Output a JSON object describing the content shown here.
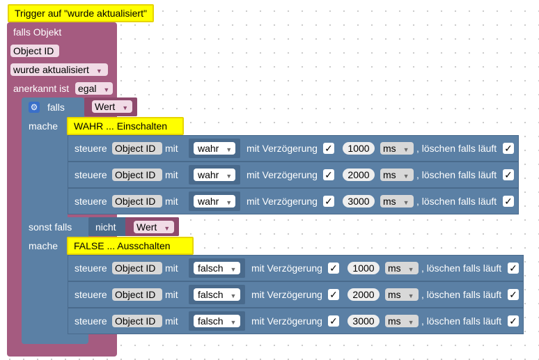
{
  "trigger": {
    "comment": "Trigger auf \"wurde aktualisiert\"",
    "falls_objekt": "falls Objekt",
    "object_id": "Object ID",
    "event_value": "wurde aktualisiert",
    "anerkannt_label": "anerkannt ist",
    "anerkannt_value": "egal"
  },
  "if_block": {
    "falls_label": "falls",
    "condition_value": "Wert",
    "mache_label": "mache",
    "sonst_falls_label": "sonst falls",
    "nicht_label": "nicht",
    "else_condition_value": "Wert"
  },
  "then_group": {
    "comment": "WAHR  ...  Einschalten",
    "rows": [
      {
        "steuere": "steuere",
        "object_id": "Object ID",
        "mit": "mit",
        "value": "wahr",
        "delay_label": "mit Verzögerung",
        "delay_checked": "✓",
        "delay": "1000",
        "unit": "ms",
        "clear_label": ", löschen falls läuft",
        "clear_checked": "✓"
      },
      {
        "steuere": "steuere",
        "object_id": "Object ID",
        "mit": "mit",
        "value": "wahr",
        "delay_label": "mit Verzögerung",
        "delay_checked": "✓",
        "delay": "2000",
        "unit": "ms",
        "clear_label": ", löschen falls läuft",
        "clear_checked": "✓"
      },
      {
        "steuere": "steuere",
        "object_id": "Object ID",
        "mit": "mit",
        "value": "wahr",
        "delay_label": "mit Verzögerung",
        "delay_checked": "✓",
        "delay": "3000",
        "unit": "ms",
        "clear_label": ", löschen falls läuft",
        "clear_checked": "✓"
      }
    ]
  },
  "else_group": {
    "comment": "FALSE  ...  Ausschalten",
    "rows": [
      {
        "steuere": "steuere",
        "object_id": "Object ID",
        "mit": "mit",
        "value": "falsch",
        "delay_label": "mit Verzögerung",
        "delay_checked": "✓",
        "delay": "1000",
        "unit": "ms",
        "clear_label": ", löschen falls läuft",
        "clear_checked": "✓"
      },
      {
        "steuere": "steuere",
        "object_id": "Object ID",
        "mit": "mit",
        "value": "falsch",
        "delay_label": "mit Verzögerung",
        "delay_checked": "✓",
        "delay": "2000",
        "unit": "ms",
        "clear_label": ", löschen falls läuft",
        "clear_checked": "✓"
      },
      {
        "steuere": "steuere",
        "object_id": "Object ID",
        "mit": "mit",
        "value": "falsch",
        "delay_label": "mit Verzögerung",
        "delay_checked": "✓",
        "delay": "3000",
        "unit": "ms",
        "clear_label": ", löschen falls läuft",
        "clear_checked": "✓"
      }
    ]
  },
  "colors": {
    "trigger_block": "#a55b80",
    "logic_block": "#5b80a5",
    "comment": "#ffff00",
    "gear": "#3a6fc9"
  },
  "icons": {
    "gear": "gear-icon",
    "dropdown": "dropdown-arrow-icon",
    "checkbox": "checkmark-icon"
  }
}
